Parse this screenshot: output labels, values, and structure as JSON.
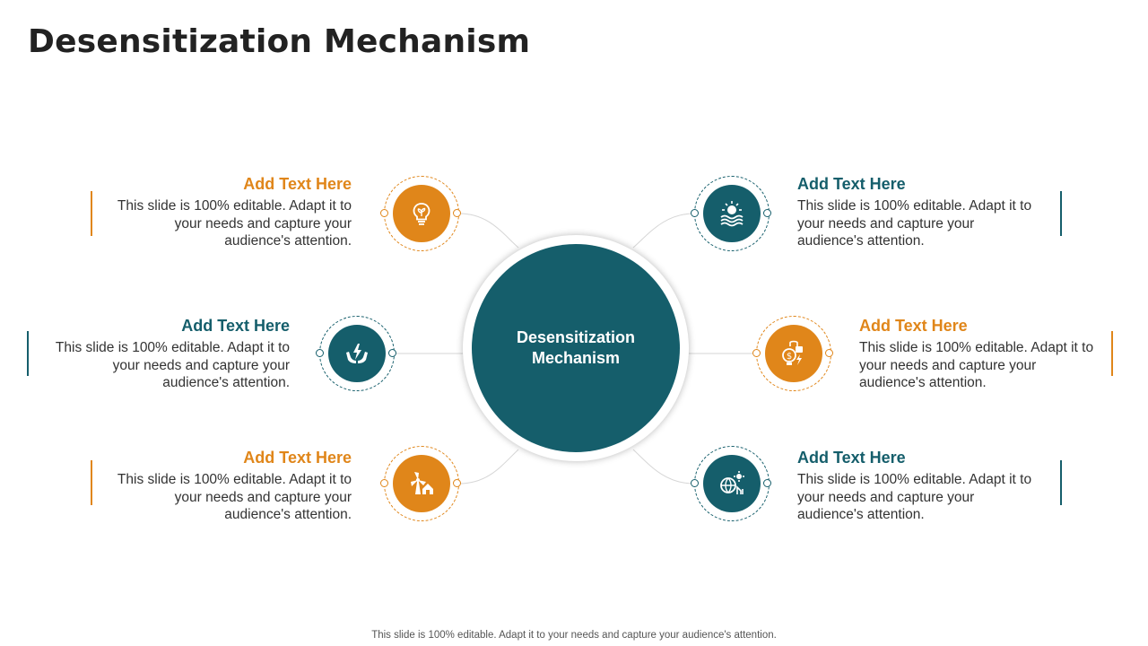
{
  "title": "Desensitization Mechanism",
  "center": {
    "label": "Desensitization Mechanism"
  },
  "items": [
    {
      "heading": "Add Text Here",
      "body": "This slide is 100% editable. Adapt it to your needs and capture your audience's attention.",
      "icon": "lightbulb-leaf-icon",
      "color": "#e0861a"
    },
    {
      "heading": "Add Text Here",
      "body": "This slide is 100% editable. Adapt it to your needs and capture your audience's attention.",
      "icon": "hands-energy-icon",
      "color": "#155e6b"
    },
    {
      "heading": "Add Text Here",
      "body": "This slide is 100% editable. Adapt it to your needs and capture your audience's attention.",
      "icon": "wind-turbine-house-icon",
      "color": "#e0861a"
    },
    {
      "heading": "Add Text Here",
      "body": "This slide is 100% editable. Adapt it to your needs and capture your audience's attention.",
      "icon": "sun-water-icon",
      "color": "#155e6b"
    },
    {
      "heading": "Add Text Here",
      "body": "This slide is 100% editable. Adapt it to your needs and capture your audience's attention.",
      "icon": "money-bulb-plug-icon",
      "color": "#e0861a"
    },
    {
      "heading": "Add Text Here",
      "body": "This slide is 100% editable. Adapt it to your needs and capture your audience's attention.",
      "icon": "solar-globe-gear-icon",
      "color": "#155e6b"
    }
  ],
  "footer": "This slide is 100% editable. Adapt it to your needs and capture your audience's attention."
}
